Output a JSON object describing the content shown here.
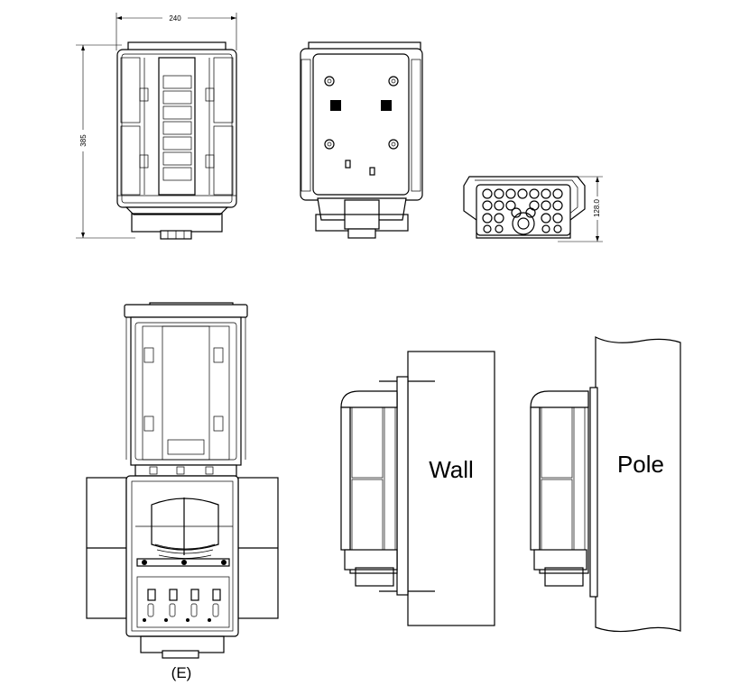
{
  "dimensions": {
    "width": "240",
    "height": "385",
    "depth": "128.0"
  },
  "labels": {
    "wall": "Wall",
    "pole": "Pole",
    "port": "(E)"
  }
}
